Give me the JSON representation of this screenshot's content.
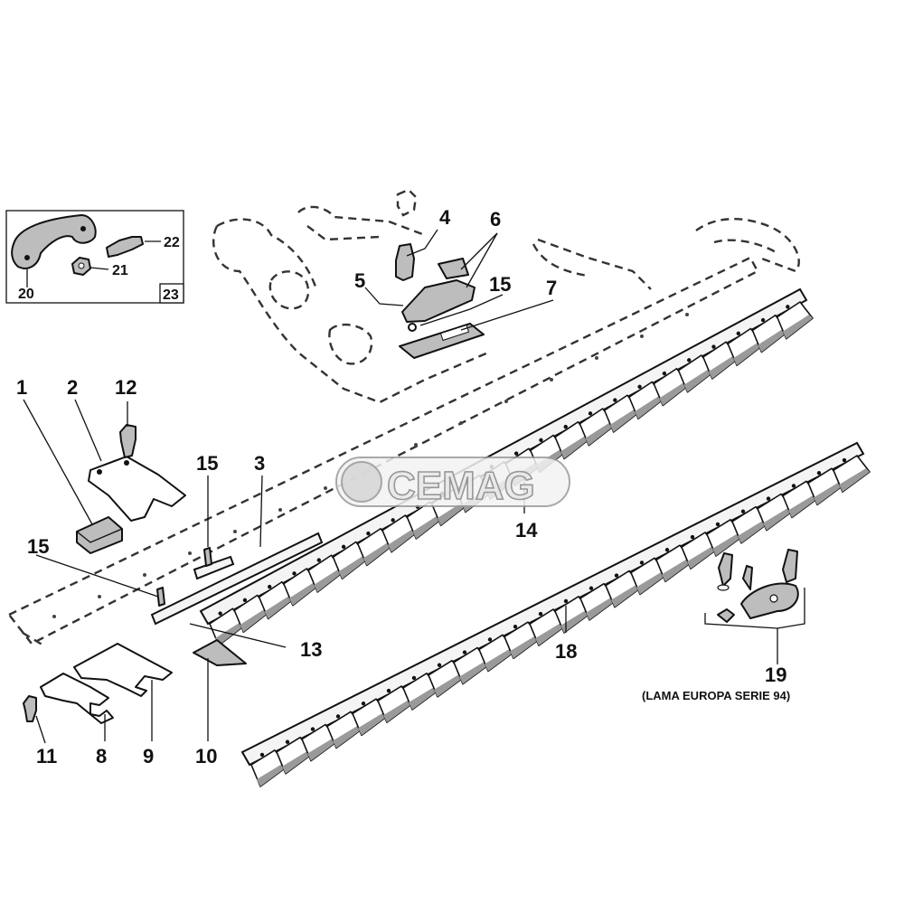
{
  "callouts": {
    "c1": "1",
    "c2": "2",
    "c3": "3",
    "c4": "4",
    "c5": "5",
    "c6": "6",
    "c7": "7",
    "c8": "8",
    "c9": "9",
    "c10": "10",
    "c11": "11",
    "c12": "12",
    "c13": "13",
    "c14": "14",
    "c15a": "15",
    "c15b": "15",
    "c15c": "15",
    "c18": "18",
    "c19": "19"
  },
  "inset": {
    "c20": "20",
    "c21": "21",
    "c22": "22",
    "c23": "23"
  },
  "caption": "(LAMA EUROPA SERIE 94)",
  "watermark": {
    "text": "CEMAG"
  }
}
